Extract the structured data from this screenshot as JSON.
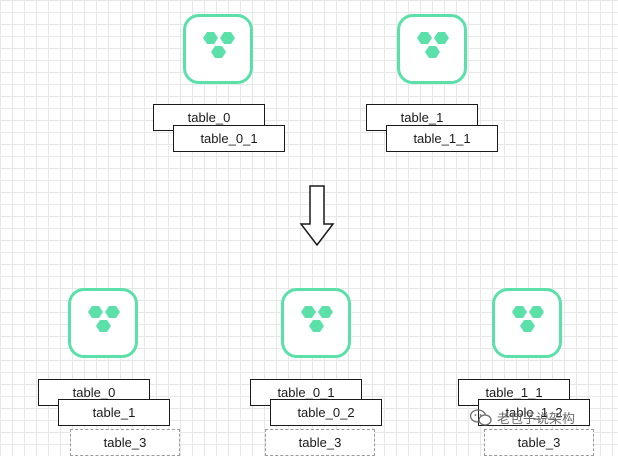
{
  "colors": {
    "node_accent": "#5ce0aa",
    "grid": "#e7e7e7",
    "border": "#1a1a1a"
  },
  "top_nodes": [
    {
      "icon": "database-hexagon-icon",
      "tables": [
        "table_0",
        "table_0_1"
      ]
    },
    {
      "icon": "database-hexagon-icon",
      "tables": [
        "table_1",
        "table_1_1"
      ]
    }
  ],
  "transition_icon": "down-arrow-icon",
  "bottom_nodes": [
    {
      "icon": "database-hexagon-icon",
      "tables": [
        "table_0",
        "table_1"
      ],
      "partial_table": "table_3"
    },
    {
      "icon": "database-hexagon-icon",
      "tables": [
        "table_0_1",
        "table_0_2"
      ],
      "partial_table": "table_3"
    },
    {
      "icon": "database-hexagon-icon",
      "tables": [
        "table_1_1",
        "table_1_2"
      ],
      "partial_table": "table_3"
    }
  ],
  "watermark": {
    "icon": "wechat-icon",
    "text": "老包子说架构"
  }
}
